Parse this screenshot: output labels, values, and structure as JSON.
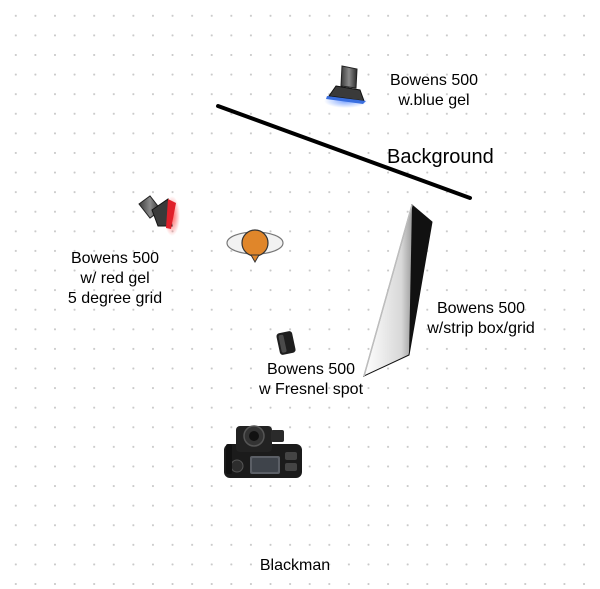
{
  "lights": {
    "blue": {
      "line1": "Bowens 500",
      "line2": "w.blue gel",
      "gel_color": "#3a6fe0"
    },
    "red": {
      "line1": "Bowens 500",
      "line2": "w/ red gel",
      "line3": "5 degree grid",
      "gel_color": "#e0202a"
    },
    "strip": {
      "line1": "Bowens 500",
      "line2": "w/strip box/grid"
    },
    "fresnel": {
      "line1": "Bowens 500",
      "line2": "w Fresnel spot"
    }
  },
  "background": {
    "label": "Background"
  },
  "subject": {
    "head_color": "#e0862a"
  },
  "footer": {
    "credit": "Blackman"
  }
}
